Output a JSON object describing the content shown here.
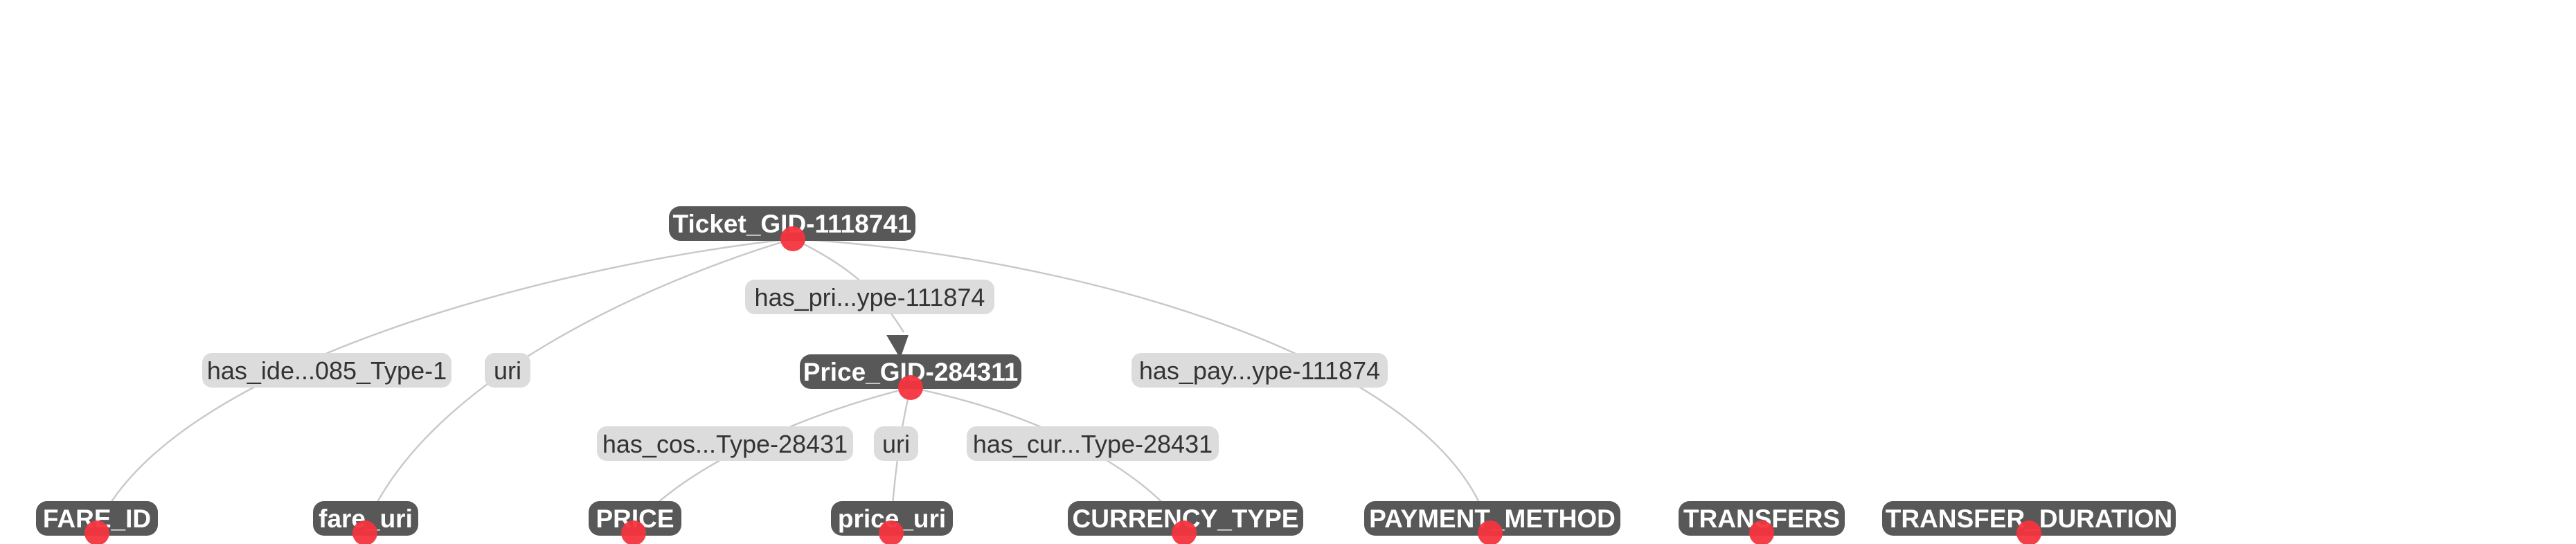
{
  "graph": {
    "nodes": [
      {
        "id": "ticket",
        "label": "Ticket_GID-1118741"
      },
      {
        "id": "price_node",
        "label": "Price_GID-284311"
      },
      {
        "id": "fare_id",
        "label": "FARE_ID"
      },
      {
        "id": "fare_uri",
        "label": "fare_uri"
      },
      {
        "id": "price",
        "label": "PRICE"
      },
      {
        "id": "price_uri",
        "label": "price_uri"
      },
      {
        "id": "currency_type",
        "label": "CURRENCY_TYPE"
      },
      {
        "id": "payment_method",
        "label": "PAYMENT_METHOD"
      },
      {
        "id": "transfers",
        "label": "TRANSFERS"
      },
      {
        "id": "transfer_duration",
        "label": "TRANSFER_DURATION"
      }
    ],
    "edges": [
      {
        "id": "e1",
        "from": "ticket",
        "to": "fare_id",
        "label": "has_ide...085_Type-1"
      },
      {
        "id": "e2",
        "from": "ticket",
        "to": "fare_uri",
        "label": "uri"
      },
      {
        "id": "e3",
        "from": "ticket",
        "to": "price_node",
        "label": "has_pri...ype-111874",
        "directed": true
      },
      {
        "id": "e4",
        "from": "ticket",
        "to": "payment_method",
        "label": "has_pay...ype-111874"
      },
      {
        "id": "e5",
        "from": "price_node",
        "to": "price",
        "label": "has_cos...Type-28431"
      },
      {
        "id": "e6",
        "from": "price_node",
        "to": "price_uri",
        "label": "uri"
      },
      {
        "id": "e7",
        "from": "price_node",
        "to": "currency_type",
        "label": "has_cur...Type-28431"
      }
    ]
  }
}
